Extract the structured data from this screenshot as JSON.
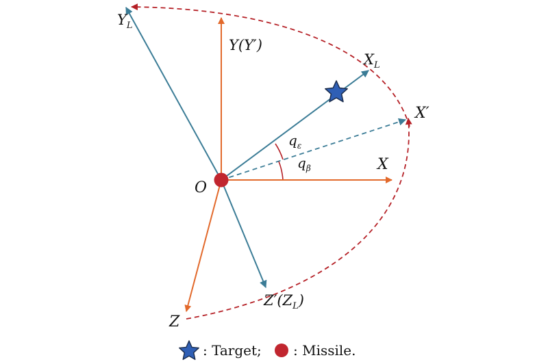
{
  "colors": {
    "orange": "#e2692b",
    "teal": "#3b7c96",
    "red": "#b52026",
    "star_fill": "#2f5fb5",
    "star_stroke": "#1a2b4a",
    "missile": "#c1262f",
    "text": "#111111"
  },
  "labels": {
    "origin": "O",
    "x": "X",
    "y": "Y",
    "y_paren": "(Y′)",
    "z": "Z",
    "xl_main": "X",
    "xl_sub": "L",
    "yl_main": "Y",
    "yl_sub": "L",
    "xprime": "X′",
    "zprime_main": "Z′(Z",
    "zprime_sub": "L",
    "zprime_close": ")",
    "q_eps_main": "q",
    "q_eps_sub": "ε",
    "q_beta_main": "q",
    "q_beta_sub": "β"
  },
  "legend": {
    "target_text": ": Target;",
    "missile_text": ": Missile."
  },
  "icons": {
    "target": "star-icon",
    "missile": "circle-icon"
  }
}
